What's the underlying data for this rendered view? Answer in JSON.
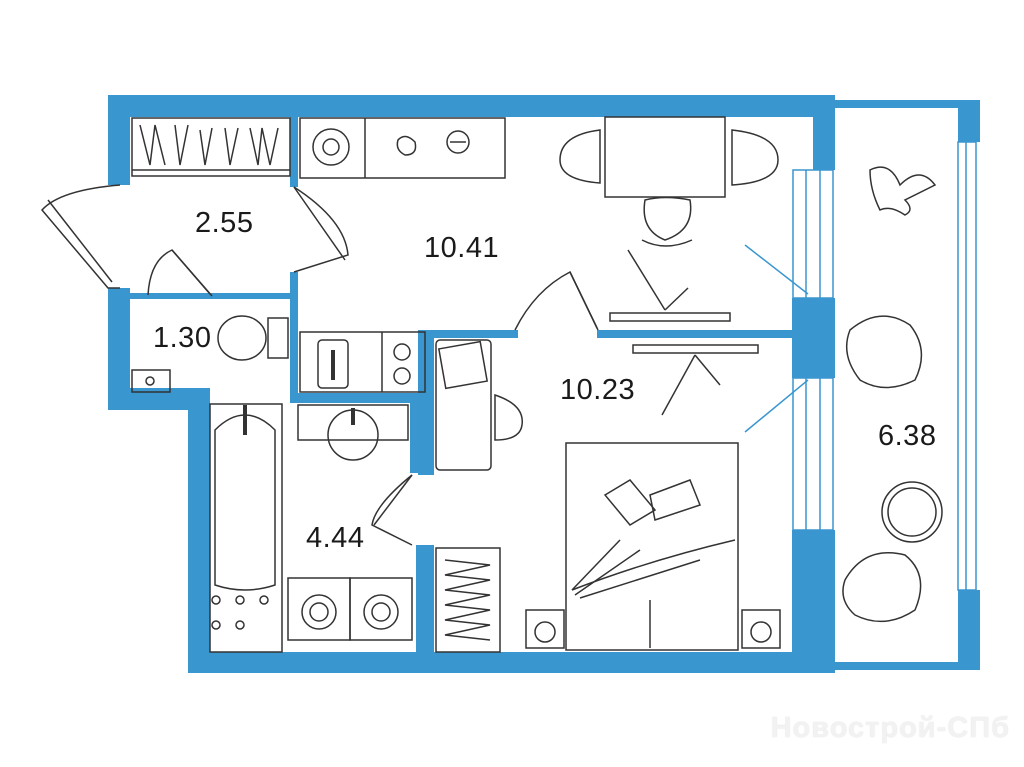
{
  "wall_color": "#3a96cf",
  "rooms": [
    {
      "name": "hallway",
      "area": "2.55"
    },
    {
      "name": "toilet",
      "area": "1.30"
    },
    {
      "name": "kitchen",
      "area": "10.41"
    },
    {
      "name": "bedroom",
      "area": "10.23"
    },
    {
      "name": "bathroom",
      "area": "4.44"
    },
    {
      "name": "balcony",
      "area": "6.38"
    }
  ],
  "watermark": "Новострой-СПб"
}
